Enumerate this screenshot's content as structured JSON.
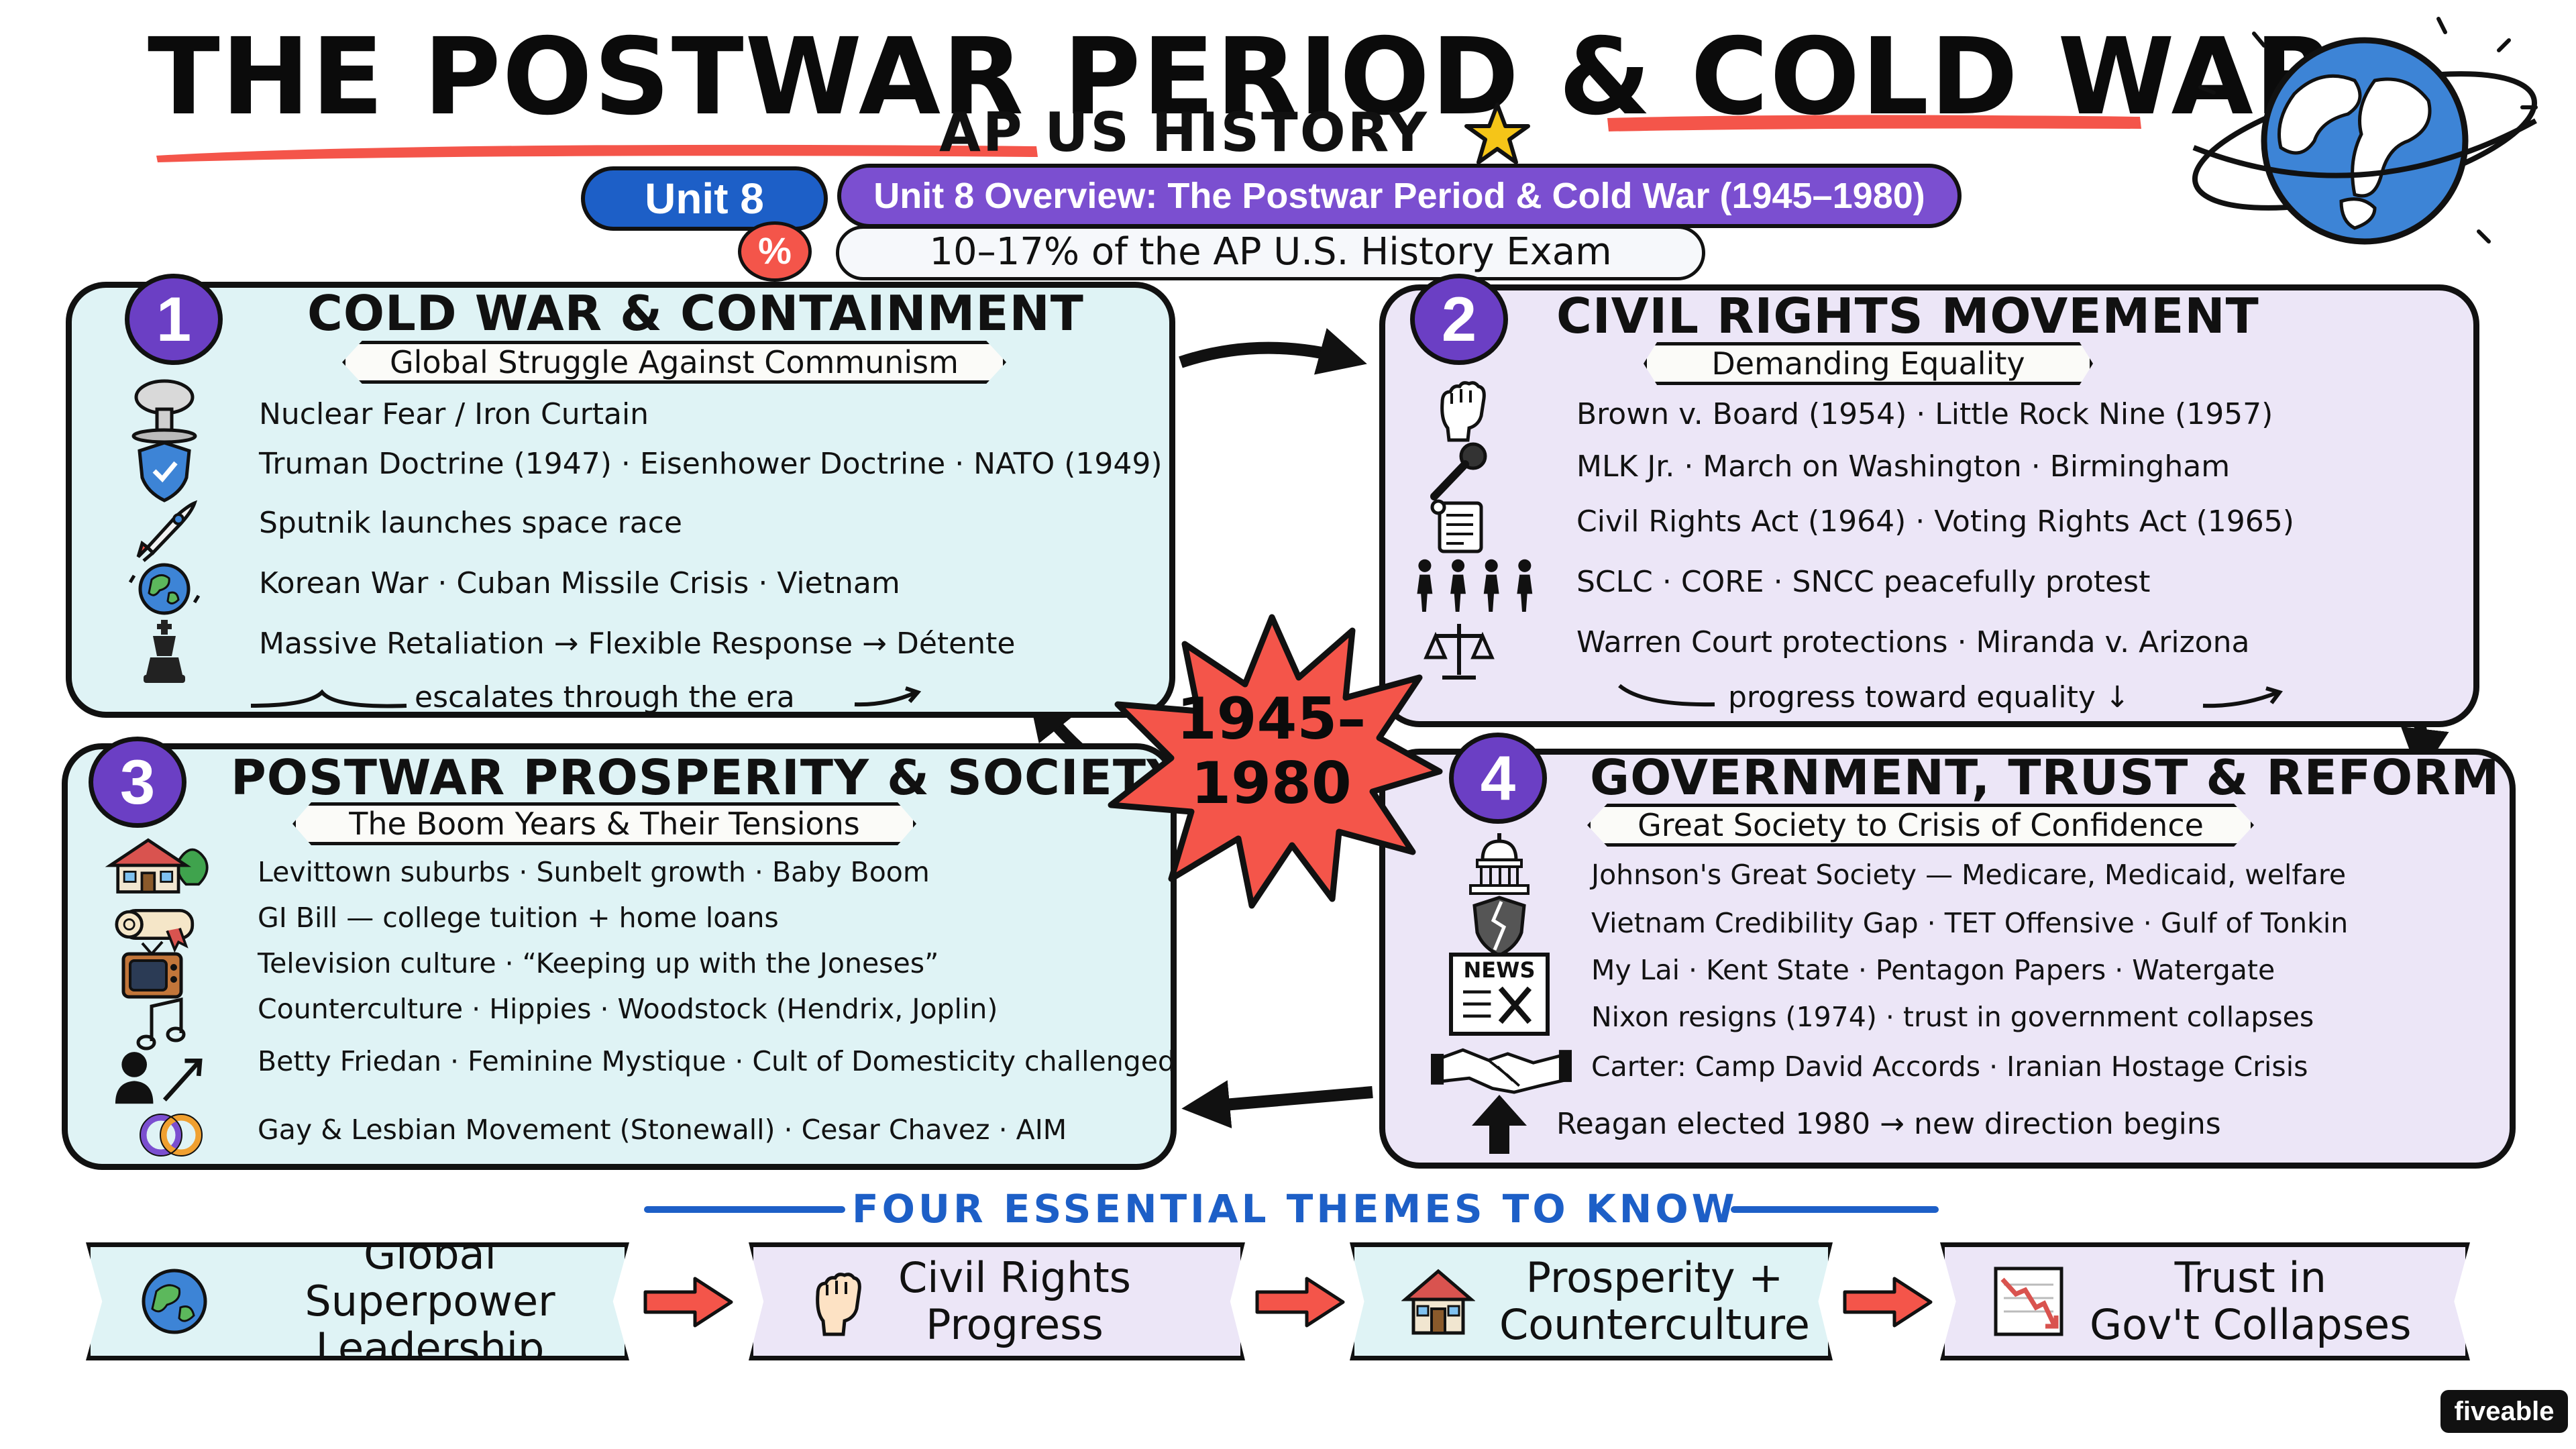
{
  "header": {
    "title": "THE POSTWAR PERIOD & COLD WAR",
    "subtitle": "AP US HISTORY",
    "unit_pill": "Unit 8",
    "overview_pill": "Unit 8 Overview: The Postwar Period & Cold War (1945–1980)",
    "percent_symbol": "%",
    "exam_weight": "10–17% of the AP U.S. History Exam"
  },
  "quadrants": [
    {
      "number": "1",
      "title": "COLD WAR & CONTAINMENT",
      "ribbon": "Global Struggle Against Communism",
      "items": [
        {
          "icon": "mushroom-cloud-icon",
          "text": "Nuclear Fear / Iron Curtain"
        },
        {
          "icon": "shield-icon",
          "text": "Truman Doctrine (1947) · Eisenhower Doctrine · NATO (1949)"
        },
        {
          "icon": "rocket-icon",
          "text": "Sputnik launches space race"
        },
        {
          "icon": "globe-icon",
          "text": "Korean War · Cuban Missile Crisis · Vietnam"
        },
        {
          "icon": "chess-king-icon",
          "text": "Massive Retaliation → Flexible Response → Détente"
        }
      ],
      "footer": "escalates through the era"
    },
    {
      "number": "2",
      "title": "CIVIL RIGHTS MOVEMENT",
      "ribbon": "Demanding Equality",
      "items": [
        {
          "icon": "raised-fist-icon",
          "text": "Brown v. Board (1954) · Little Rock Nine (1957)"
        },
        {
          "icon": "microphone-icon",
          "text": "MLK Jr. · March on Washington · Birmingham"
        },
        {
          "icon": "scroll-icon",
          "text": "Civil Rights Act (1964) · Voting Rights Act (1965)"
        },
        {
          "icon": "marching-people-icon",
          "text": "SCLC · CORE · SNCC peacefully protest"
        },
        {
          "icon": "scales-of-justice-icon",
          "text": "Warren Court protections · Miranda v. Arizona"
        }
      ],
      "footer": "progress toward equality ↓"
    },
    {
      "number": "3",
      "title": "POSTWAR PROSPERITY & SOCIETY",
      "ribbon": "The Boom Years & Their Tensions",
      "items": [
        {
          "icon": "suburban-house-icon",
          "text": "Levittown suburbs · Sunbelt growth · Baby Boom"
        },
        {
          "icon": "diploma-icon",
          "text": "GI Bill — college tuition + home loans"
        },
        {
          "icon": "television-icon",
          "text": "Television culture · “Keeping up with the Joneses”"
        },
        {
          "icon": "music-note-icon",
          "text": "Counterculture · Hippies · Woodstock (Hendrix, Joplin)"
        },
        {
          "icon": "woman-arrow-icon",
          "text": "Betty Friedan · Feminine Mystique · Cult of Domesticity challenged"
        },
        {
          "icon": "linked-rings-icon",
          "text": "Gay & Lesbian Movement (Stonewall) · Cesar Chavez · AIM"
        }
      ]
    },
    {
      "number": "4",
      "title": "GOVERNMENT, TRUST & REFORM",
      "ribbon": "Great Society to Crisis of Confidence",
      "items": [
        {
          "icon": "capitol-icon",
          "text": "Johnson's Great Society — Medicare, Medicaid, welfare"
        },
        {
          "icon": "cracked-shield-icon",
          "text": "Vietnam Credibility Gap · TET Offensive · Gulf of Tonkin"
        },
        {
          "icon": "news-x-icon",
          "text": "My Lai · Kent State · Pentagon Papers · Watergate"
        },
        {
          "icon": "blank-icon",
          "text": "Nixon resigns (1974) · trust in government collapses"
        },
        {
          "icon": "handshake-icon",
          "text": "Carter: Camp David Accords · Iranian Hostage Crisis"
        },
        {
          "icon": "up-arrow-icon",
          "text": "Reagan elected 1980 → new direction begins"
        }
      ],
      "news_label": "NEWS"
    }
  ],
  "center_burst": {
    "line1": "1945–",
    "line2": "1980"
  },
  "themes": {
    "heading": "FOUR ESSENTIAL THEMES TO KNOW",
    "items": [
      {
        "icon": "globe-icon",
        "line1": "Global Superpower",
        "line2": "Leadership"
      },
      {
        "icon": "raised-fist-icon",
        "line1": "Civil Rights",
        "line2": "Progress"
      },
      {
        "icon": "house-icon",
        "line1": "Prosperity +",
        "line2": "Counterculture"
      },
      {
        "icon": "declining-chart-icon",
        "line1": "Trust in",
        "line2": "Gov't Collapses"
      }
    ]
  },
  "logo": "fiveable",
  "colors": {
    "blue": "#1d5fc7",
    "purple": "#7b4fd0",
    "badge_purple": "#6b3fc4",
    "coral": "#f4554a",
    "cyan_panel": "#dff3f5",
    "lavender_panel": "#ece6f7",
    "star_yellow": "#f5c518"
  }
}
